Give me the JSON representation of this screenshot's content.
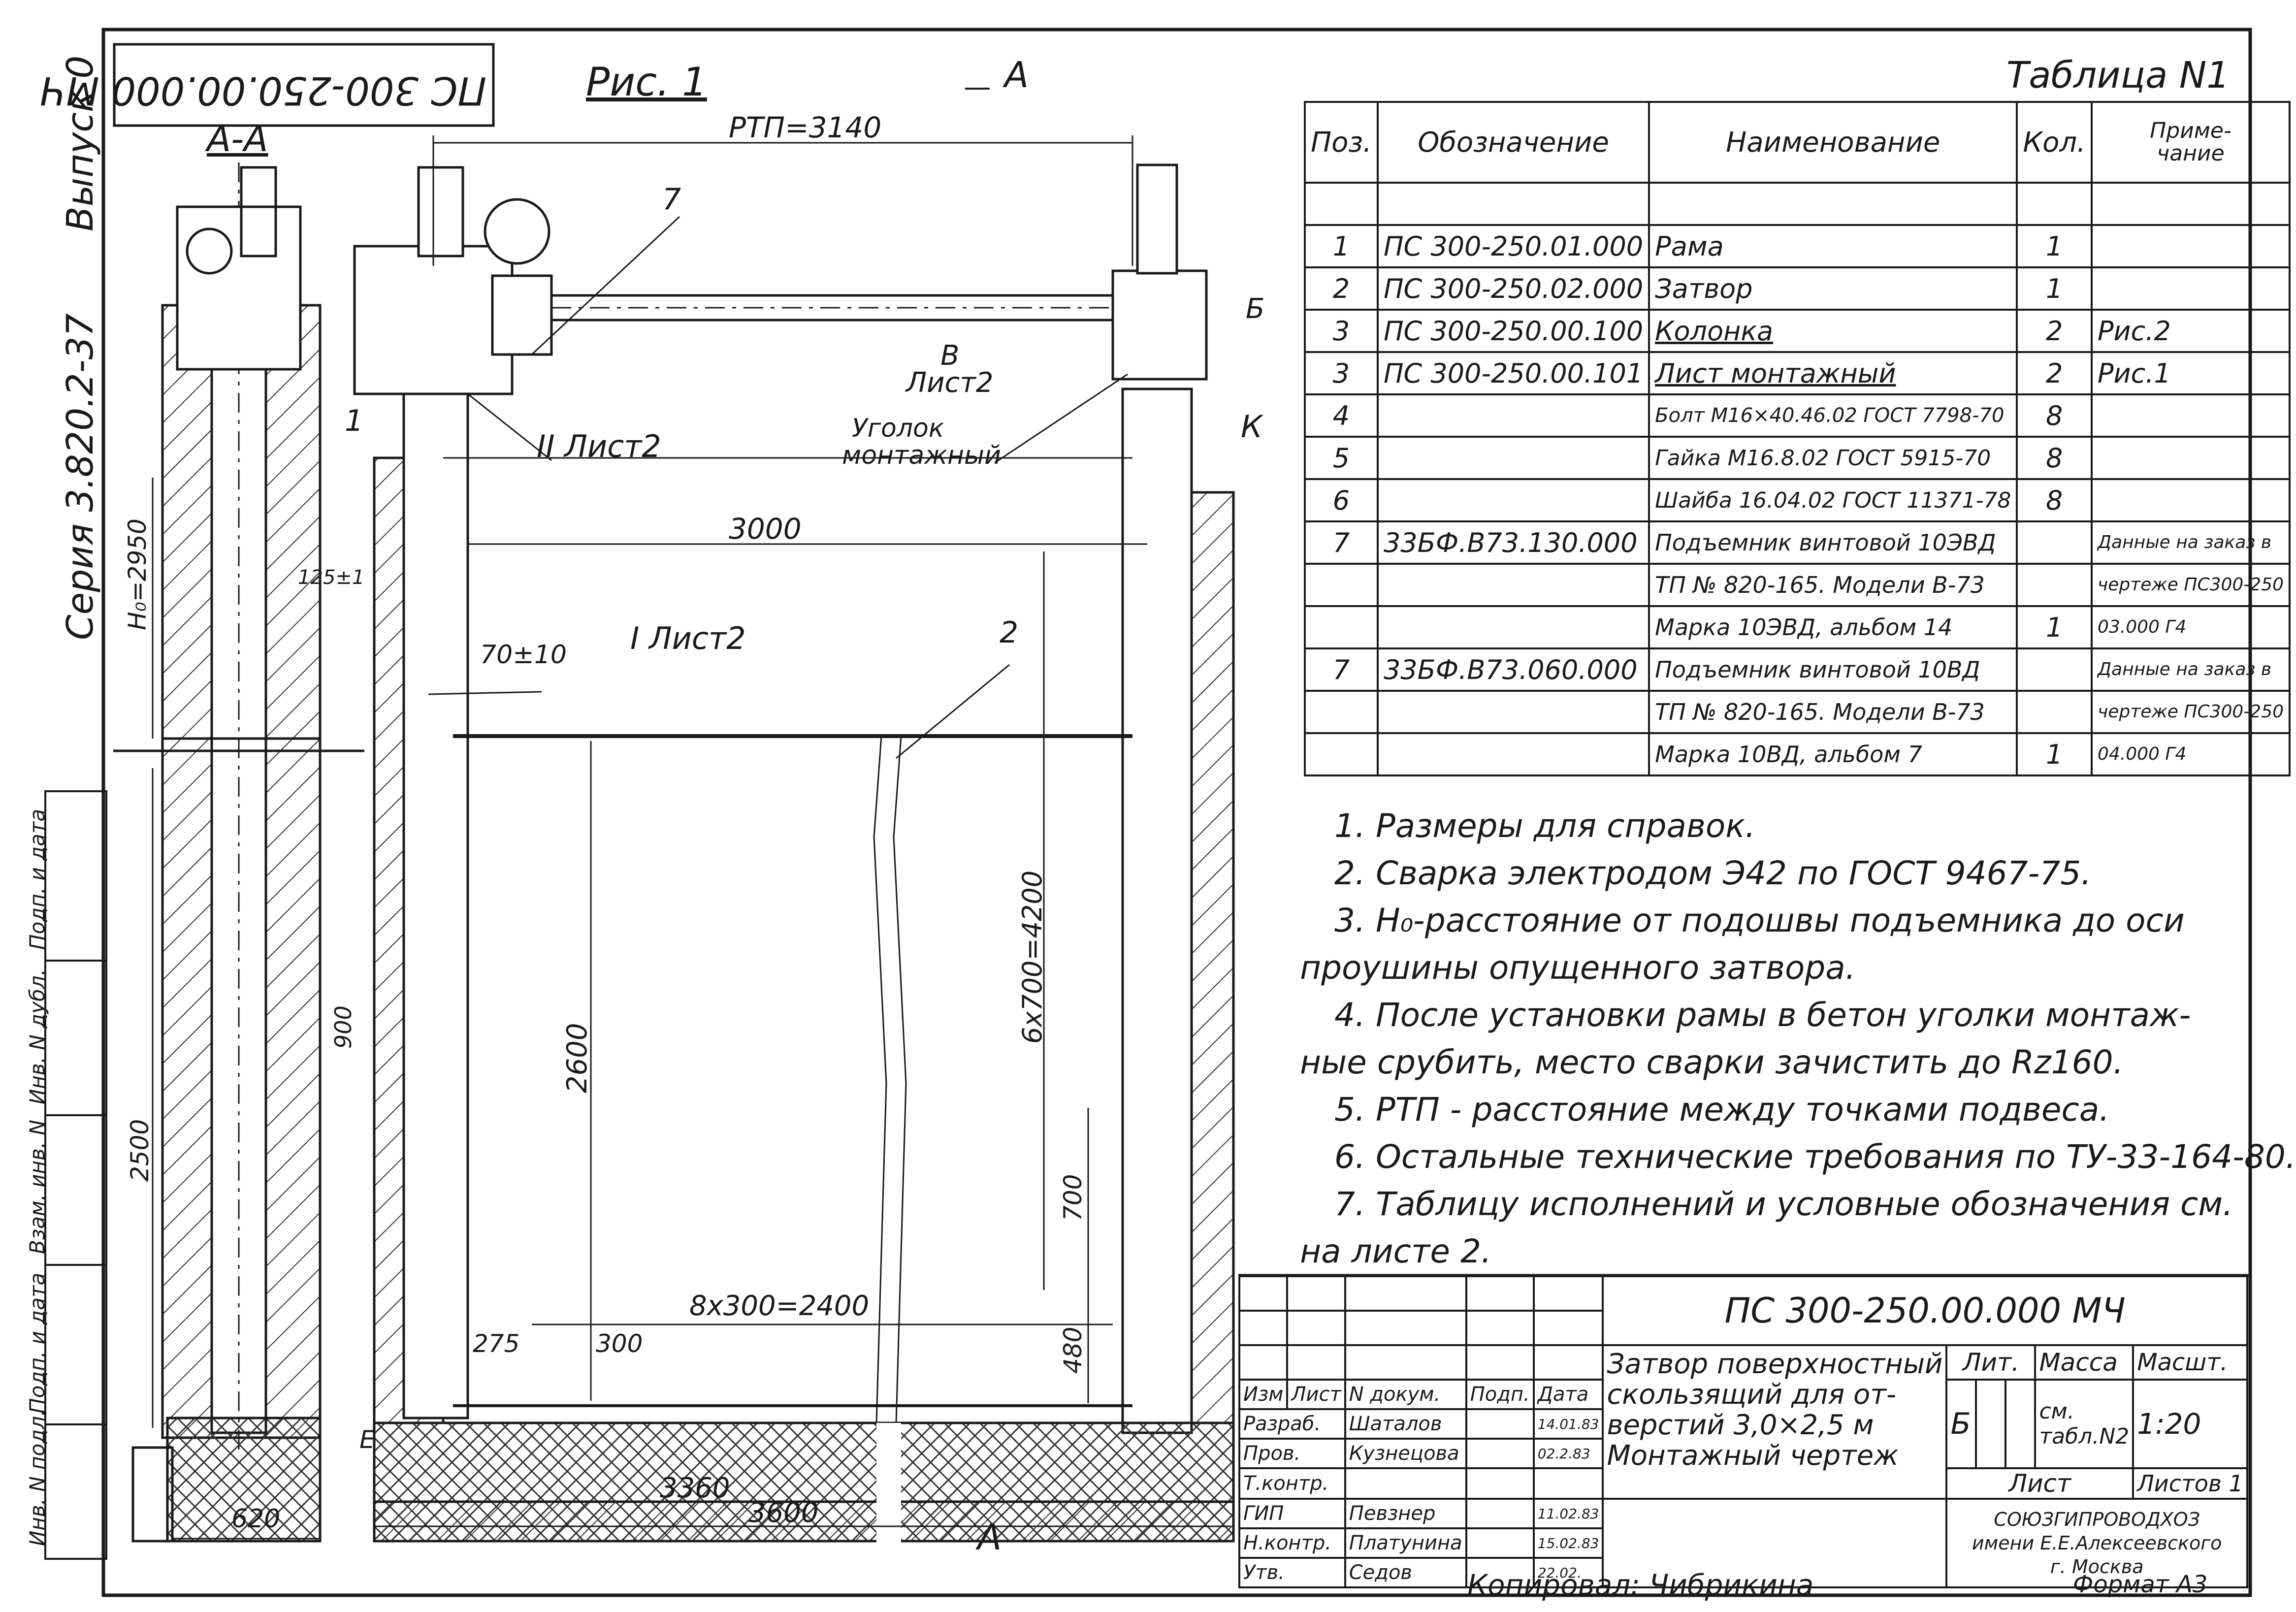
{
  "drawing": {
    "code_rotated": "ПС 300-250.00.000 МЧ",
    "series": "Серия 3.820.2-37",
    "issue": "Выпуск 0",
    "figure_label": "Рис. 1",
    "table_title": "Таблица N1",
    "format": "Формат А3",
    "copied": "Копировал: Чибрикина"
  },
  "callouts": {
    "section_aa": "А-А",
    "arrow_a_top": "А",
    "arrow_a_bottom": "А",
    "rtp": "РТП=3140",
    "h0": "Н₀=2950",
    "d3000": "3000",
    "d2600": "2600",
    "d6x700": "6х700=4200",
    "d700": "700",
    "d480": "480",
    "d8x300": "8х300=2400",
    "d275": "275",
    "d300": "300",
    "d3360": "3360",
    "d3600": "3600",
    "d620": "620",
    "d2500": "2500",
    "d900": "900",
    "d125": "125±1",
    "d70": "70±10",
    "pos1": "1",
    "pos2": "2",
    "pos7": "7",
    "b_label": "В",
    "b_sheet": "Лист2",
    "ii_sheet": "II Лист2",
    "i_sheet": "I Лист2",
    "angle1": "Уголок",
    "angle2": "монтажный",
    "k_label": "К",
    "b_side": "Б",
    "e_label": "Е"
  },
  "spec_table": {
    "headers": [
      "Поз.",
      "Обозначение",
      "Наименование",
      "Кол.",
      "Приме-\nчание"
    ],
    "rows": [
      [
        "",
        "",
        "",
        "",
        ""
      ],
      [
        "1",
        "ПС 300-250.01.000",
        "Рама",
        "1",
        ""
      ],
      [
        "2",
        "ПС 300-250.02.000",
        "Затвор",
        "1",
        ""
      ],
      [
        "3",
        "ПС 300-250.00.100",
        "Колонка",
        "2",
        "Рис.2"
      ],
      [
        "3",
        "ПС 300-250.00.101",
        "Лист монтажный",
        "2",
        "Рис.1"
      ],
      [
        "4",
        "",
        "Болт М16×40.46.02 ГОСТ 7798-70",
        "8",
        ""
      ],
      [
        "5",
        "",
        "Гайка М16.8.02 ГОСТ 5915-70",
        "8",
        ""
      ],
      [
        "6",
        "",
        "Шайба 16.04.02 ГОСТ 11371-78",
        "8",
        ""
      ],
      [
        "7",
        "33БФ.В73.130.000",
        "Подъемник винтовой 10ЭВД",
        "",
        "Данные на заказ в"
      ],
      [
        "",
        "",
        "ТП № 820-165. Модели В-73",
        "",
        "чертеже ПС300-250"
      ],
      [
        "",
        "",
        "Марка 10ЭВД, альбом 14",
        "1",
        "03.000 Г4"
      ],
      [
        "7",
        "33БФ.В73.060.000",
        "Подъемник винтовой 10ВД",
        "",
        "Данные на заказ в"
      ],
      [
        "",
        "",
        "ТП № 820-165. Модели В-73",
        "",
        "чертеже ПС300-250"
      ],
      [
        "",
        "",
        "Марка 10ВД, альбом 7",
        "1",
        "04.000 Г4"
      ]
    ]
  },
  "notes": [
    "1. Размеры для справок.",
    "2. Сварка электродом Э42 по ГОСТ 9467-75.",
    "3. Н₀-расстояние от подошвы подъемника до оси",
    "проушины опущенного затвора.",
    "4. После установки рамы в бетон уголки монтаж-",
    "ные срубить, место сварки зачистить до Rz160.",
    "5. РТП - расстояние между точками подвеса.",
    "6. Остальные технические требования по ТУ-33-164-80.",
    "7. Таблицу исполнений и условные обозначения см.",
    "на листе 2."
  ],
  "title_block": {
    "doc_code": "ПС 300-250.00.000 МЧ",
    "title": [
      "Затвор поверхностный",
      "скользящий для от-",
      "верстий 3,0×2,5 м",
      "Монтажный чертеж"
    ],
    "lit_label": "Лит.",
    "mass_label": "Масса",
    "scale_label": "Масшт.",
    "lit_value": "Б",
    "mass_value": "см. табл.N2",
    "scale_value": "1:20",
    "sheet_label": "Лист",
    "sheets_label": "Листов 1",
    "org": [
      "СОЮЗГИПРОВОДХОЗ",
      "имени Е.Е.Алексеевского",
      "г. Москва"
    ],
    "rev_headers": [
      "Изм",
      "Лист",
      "N докум.",
      "Подп.",
      "Дата"
    ],
    "roles": [
      [
        "Разраб.",
        "Шаталов",
        "",
        "14.01.83"
      ],
      [
        "Пров.",
        "Кузнецова",
        "",
        "02.2.83"
      ],
      [
        "Т.контр.",
        "",
        "",
        ""
      ],
      [
        "ГИП",
        "Певзнер",
        "",
        "11.02.83"
      ],
      [
        "Н.контр.",
        "Платунина",
        "",
        "15.02.83"
      ],
      [
        "Утв.",
        "Седов",
        "",
        "22.02."
      ]
    ]
  },
  "left_strip": [
    "Инв. N подл.",
    "Подп. и дата",
    "Взам. инв. N",
    "Инв. N дубл.",
    "Подп. и дата"
  ]
}
